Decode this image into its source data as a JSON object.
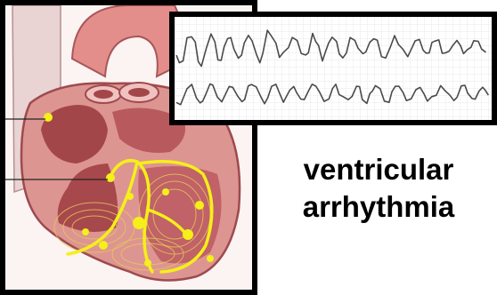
{
  "caption": {
    "line1": "ventricular",
    "line2": "arrhythmia"
  },
  "ecg": {
    "grid": true,
    "rhythm_strips": 2
  },
  "colors": {
    "frame": "#000000",
    "conduction": "#f5ef1a",
    "myocardium": "#d98b87",
    "chamber": "#a3464a",
    "vessel": "#e48e8b",
    "ecg_trace": "#4a4a4a",
    "ecg_grid": "#e4e4e4"
  }
}
